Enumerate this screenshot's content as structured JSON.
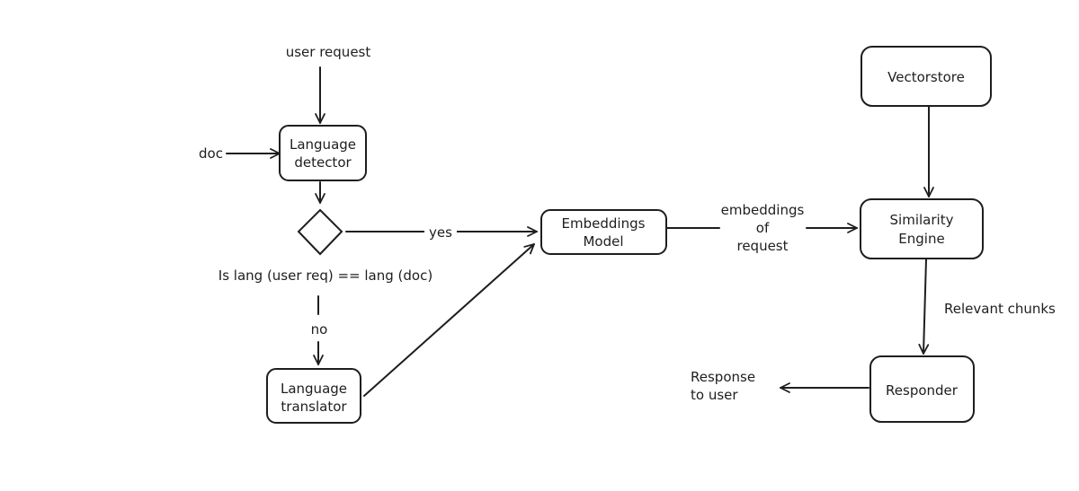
{
  "nodes": {
    "language_detector": [
      "Language",
      "detector"
    ],
    "language_translator": [
      "Language",
      "translator"
    ],
    "embeddings_model": [
      "Embeddings",
      "Model"
    ],
    "vectorstore": [
      "Vectorstore"
    ],
    "similarity_engine": [
      "Similarity",
      "Engine"
    ],
    "responder": [
      "Responder"
    ]
  },
  "labels": {
    "user_request": "user request",
    "doc": "doc",
    "condition": "Is lang (user req) == lang (doc)",
    "yes": "yes",
    "no": "no",
    "embeddings_of_request": [
      "embeddings",
      "of",
      "request"
    ],
    "relevant_chunks": "Relevant chunks",
    "response_to_user": [
      "Response",
      "to user"
    ]
  }
}
